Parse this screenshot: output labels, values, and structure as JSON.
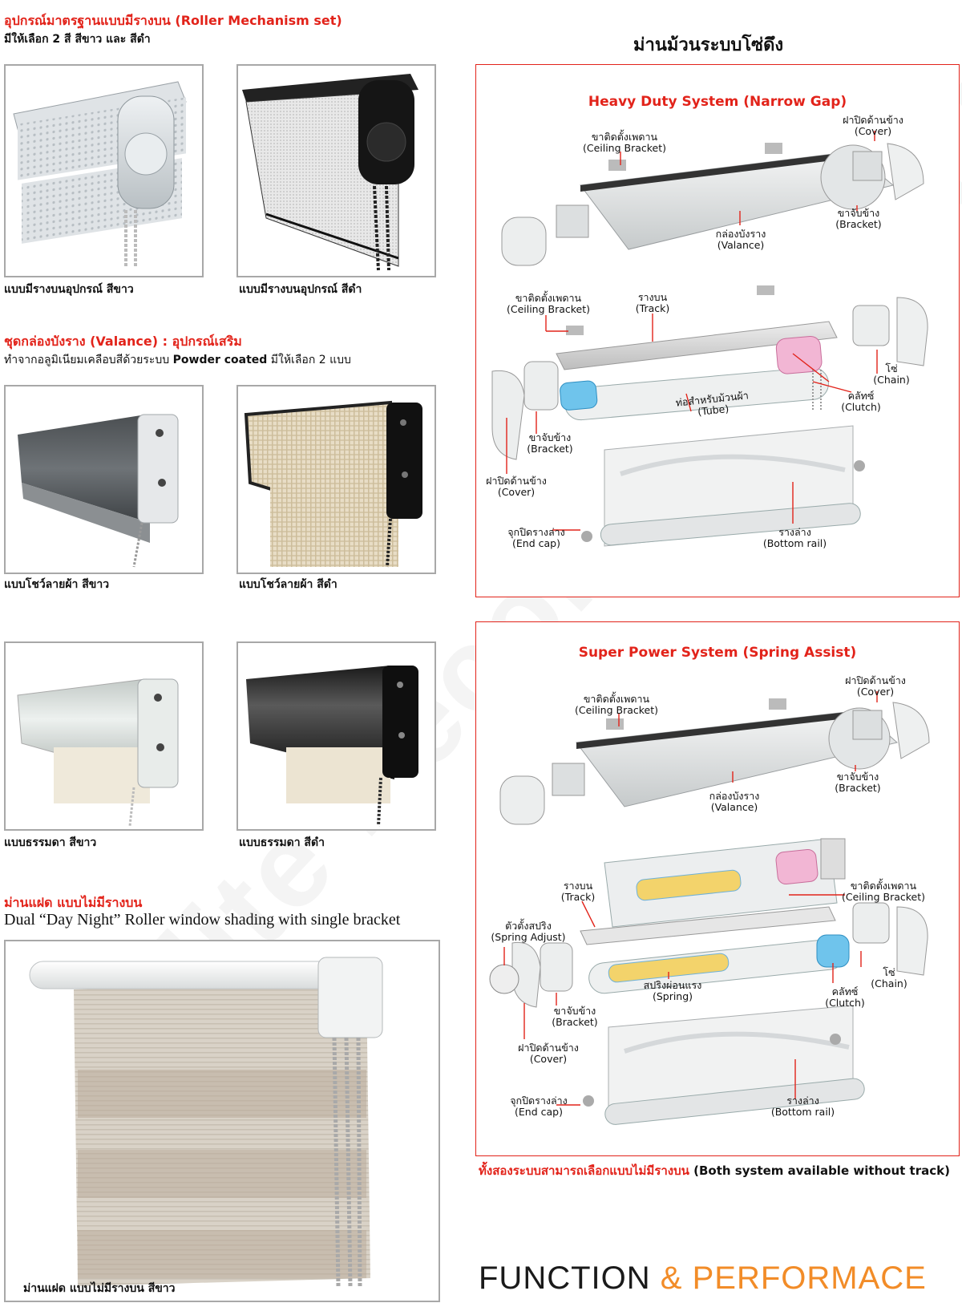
{
  "watermark": "Elite Decoration Co.,Ltd",
  "left": {
    "section1": {
      "title": "อุปกรณ์มาตรฐานแบบมีรางบน (Roller Mechanism set)",
      "subtitle": "มีให้เลือก 2 สี สีขาว และ สีดำ",
      "captions": [
        "แบบมีรางบนอุปกรณ์ สีขาว",
        "แบบมีรางบนอุปกรณ์ สีดำ"
      ]
    },
    "section2": {
      "title": "ชุดกล่องบังราง (Valance) : อุปกรณ์เสริม",
      "subtitle_prefix": "ทำจากอลูมิเนียมเคลือบสีด้วยระบบ",
      "subtitle_bold": "Powder coated",
      "subtitle_suffix": "มีให้เลือก 2 แบบ",
      "captions": [
        "แบบโชว์ลายผ้า สีขาว",
        "แบบโชว์ลายผ้า สีดำ",
        "แบบธรรมดา สีขาว",
        "แบบธรรมดา สีดำ"
      ]
    },
    "section3": {
      "title": "ม่านแฝด แบบไม่มีรางบน",
      "subtitle": "Dual “Day Night” Roller window shading with single bracket",
      "caption": "ม่านแฝด แบบไม่มีรางบน สีขาว"
    }
  },
  "right": {
    "heading": "ม่านม้วนระบบโซ่ดึง",
    "panel1": {
      "title": "Heavy Duty System (Narrow Gap)",
      "labels": {
        "cover_top": [
          "ฝาปิดด้านข้าง",
          "(Cover)"
        ],
        "ceiling_bracket_top": [
          "ขาติดตั้งเพดาน",
          "(Ceiling Bracket)"
        ],
        "bracket_right": [
          "ขาจับข้าง",
          "(Bracket)"
        ],
        "valance": [
          "กล่องบังราง",
          "(Valance)"
        ],
        "ceiling_bracket_mid": [
          "ขาติดตั้งเพดาน",
          "(Ceiling Bracket)"
        ],
        "track": [
          "รางบน",
          "(Track)"
        ],
        "chain": [
          "โซ่",
          "(Chain)"
        ],
        "clutch": [
          "คลัทซ์",
          "(Clutch)"
        ],
        "tube": [
          "ท่อสำหรับม้วนผ้า",
          "(Tube)"
        ],
        "bracket_left": [
          "ขาจับข้าง",
          "(Bracket)"
        ],
        "cover_left": [
          "ฝาปิดด้านข้าง",
          "(Cover)"
        ],
        "end_cap": [
          "จุกปิดรางล่าง",
          "(End cap)"
        ],
        "bottom_rail": [
          "รางล่าง",
          "(Bottom rail)"
        ]
      }
    },
    "panel2": {
      "title": "Super Power System (Spring Assist)",
      "labels": {
        "cover_top": [
          "ฝาปิดด้านข้าง",
          "(Cover)"
        ],
        "ceiling_bracket_top": [
          "ขาติดตั้งเพดาน",
          "(Ceiling Bracket)"
        ],
        "bracket_right": [
          "ขาจับข้าง",
          "(Bracket)"
        ],
        "valance": [
          "กล่องบังราง",
          "(Valance)"
        ],
        "track": [
          "รางบน",
          "(Track)"
        ],
        "ceiling_bracket_mid": [
          "ขาติดตั้งเพดาน",
          "(Ceiling Bracket)"
        ],
        "spring_adjust": [
          "ตัวตั้งสปริง",
          "(Spring Adjust)"
        ],
        "chain": [
          "โซ่",
          "(Chain)"
        ],
        "spring": [
          "สปริงผ่อนแรง",
          "(Spring)"
        ],
        "clutch": [
          "คลัทซ์",
          "(Clutch)"
        ],
        "bracket_left": [
          "ขาจับข้าง",
          "(Bracket)"
        ],
        "cover_left": [
          "ฝาปิดด้านข้าง",
          "(Cover)"
        ],
        "end_cap": [
          "จุกปิดรางล่าง",
          "(End cap)"
        ],
        "bottom_rail": [
          "รางล่าง",
          "(Bottom rail)"
        ]
      }
    },
    "note_red": "ทั้งสองระบบสามารถเลือกแบบไม่มีรางบน",
    "note_black": "(Both system available without track)",
    "footer": {
      "word1": "FUNCTION",
      "amp": "&",
      "word2": "PERFORMACE"
    },
    "colors": {
      "accent_red": "#e2231a",
      "footer_orange": "#f28c28",
      "footer_dark": "#1a1a1a"
    }
  }
}
